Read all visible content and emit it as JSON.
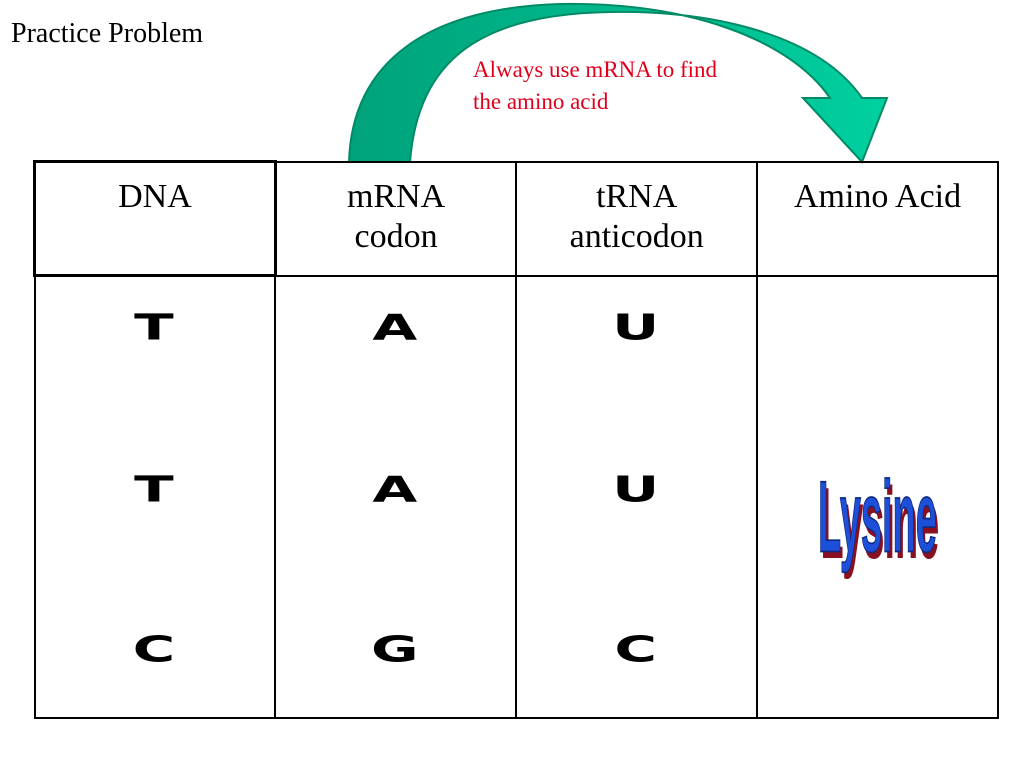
{
  "slide": {
    "title": "Practice Problem",
    "note": "Always use mRNA to find\nthe amino acid",
    "note_color": "#e0001b"
  },
  "colors": {
    "arrow_fill": "#00a27a",
    "arrow_fill_light": "#00d0a0",
    "arrow_outline": "#008a66",
    "amino_fill": "#1e4fd8",
    "amino_shadow": "#8a1020"
  },
  "table": {
    "headers": [
      "DNA",
      "mRNA\ncodon",
      "tRNA\nanticodon",
      "Amino Acid"
    ],
    "dna": [
      "T",
      "T",
      "C"
    ],
    "mrna": [
      "A",
      "A",
      "G"
    ],
    "trna": [
      "U",
      "U",
      "C"
    ],
    "amino_acid": "Lysine"
  },
  "icons": {
    "arrow": "curved-arrow-icon"
  }
}
